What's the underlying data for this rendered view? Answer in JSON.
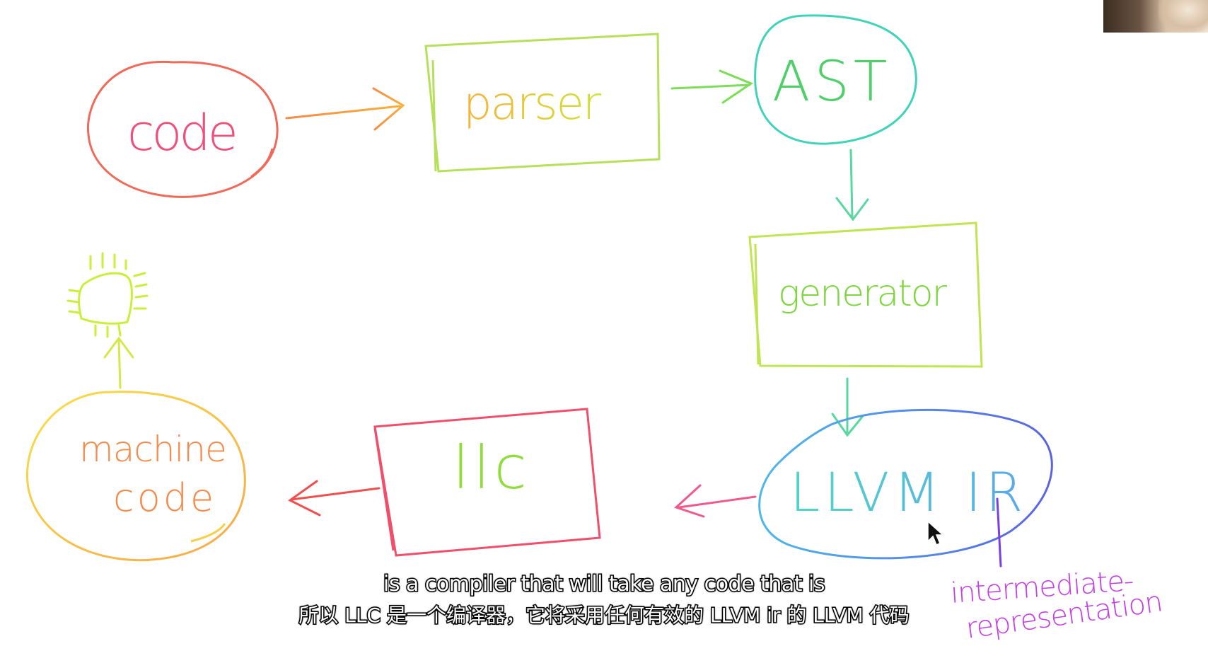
{
  "diagram": {
    "nodes": {
      "code": "code",
      "parser": "parser",
      "ast": "AST",
      "generator": "generator",
      "llvm_ir": "LLVM IR",
      "llc": "llc",
      "machine_code_line1": "machine",
      "machine_code_line2": "code"
    },
    "annotation": {
      "line1": "intermediate-",
      "line2": "representation"
    },
    "colors": {
      "code": "#ef6a5a",
      "parser_box": "#b6e05a",
      "parser_text": "#f7b23b",
      "ast": "#3fd3b8",
      "generator_box": "#b6e05a",
      "generator_text": "#7dd63e",
      "llvm_ellipse": "#4a7be0",
      "llvm_text": "#4fd0d8",
      "llc_box": "#ef4f6a",
      "llc_text": "#8fdc3a",
      "machine_ellipse": "#f7d54a",
      "machine_text": "#f58a4a",
      "annotation": "#c53ee8",
      "chip": "#c9ef3a"
    }
  },
  "subtitles": {
    "english": "is a compiler that will take any code that is",
    "chinese": "所以 LLC 是一个编译器，它将采用任何有效的 LLVM ir 的 LLVM 代码"
  },
  "icons": {
    "chip": "chip-icon",
    "cursor": "mouse-pointer-icon"
  }
}
